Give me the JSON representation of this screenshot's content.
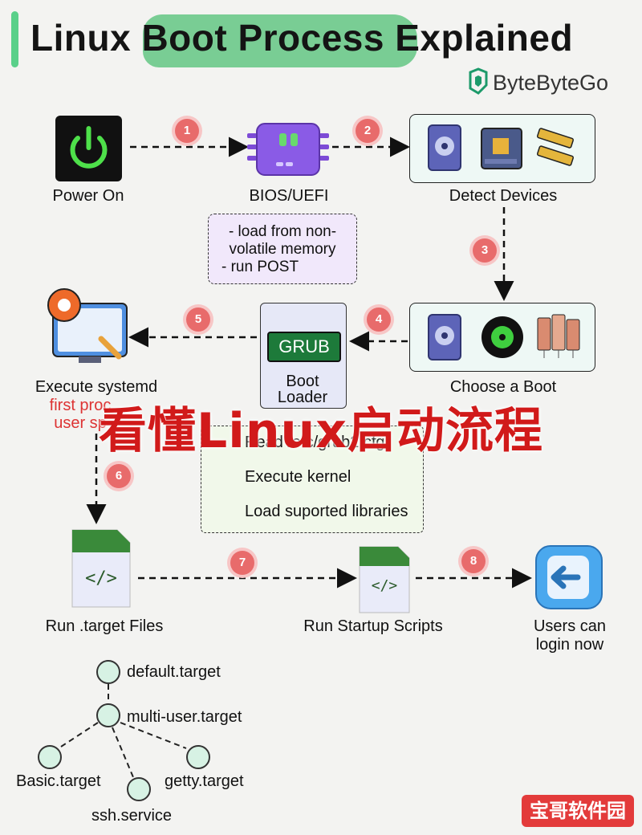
{
  "header": {
    "title": "Linux Boot Process Explained",
    "brand": "ByteByteGo"
  },
  "steps": {
    "power_on": "Power On",
    "bios": "BIOS/UEFI",
    "detect": "Detect Devices",
    "choose": "Choose a Boot",
    "bootloader_line1": "Boot",
    "bootloader_line2": "Loader",
    "grub": "GRUB",
    "systemd_line1": "Execute systemd",
    "systemd_line2": "first proc",
    "systemd_line3": "user sp",
    "run_target": "Run .target Files",
    "run_startup": "Run Startup Scripts",
    "login_line1": "Users can",
    "login_line2": "login now"
  },
  "bios_note": {
    "line1": "- load from non-",
    "line2": "volatile memory",
    "line3": "- run POST"
  },
  "grub_note": {
    "item1": "Read /etc/grub2.cfg",
    "item2": "Execute kernel",
    "item3": "Load suported libraries"
  },
  "badges": [
    "1",
    "2",
    "3",
    "4",
    "5",
    "6",
    "7",
    "8"
  ],
  "targets": {
    "default": "default.target",
    "multi_user": "multi-user.target",
    "basic": "Basic.target",
    "ssh": "ssh.service",
    "getty": "getty.target"
  },
  "code_symbol": "</>",
  "overlay_text": "看懂Linux启动流程",
  "watermark": "宝哥软件园",
  "icons": [
    "power-icon",
    "chip-icon",
    "hard-drive-icon",
    "motherboard-icon",
    "memory-icon",
    "disk-icon",
    "server-icon",
    "settings-monitor-icon",
    "file-icon",
    "login-icon",
    "logo-icon"
  ],
  "colors": {
    "accent_green": "#5ad08a",
    "badge_red": "#e86b6b",
    "overlay_red": "#d11a1a",
    "grub_green": "#1d7a3a"
  }
}
